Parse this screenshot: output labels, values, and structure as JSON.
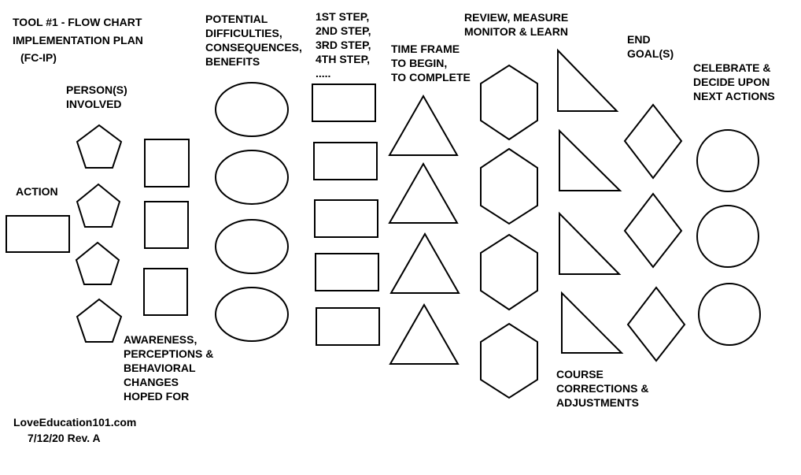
{
  "title": {
    "line1": "TOOL #1 - FLOW CHART",
    "line2": "IMPLEMENTATION PLAN",
    "line3": "(FC-IP)"
  },
  "labels": {
    "persons": "PERSON(S)\nINVOLVED",
    "action": "ACTION",
    "awareness": "AWARENESS,\nPERCEPTIONS &\nBEHAVIORAL\nCHANGES\nHOPED FOR",
    "difficulties": "POTENTIAL\nDIFFICULTIES,\nCONSEQUENCES,\nBENEFITS",
    "steps": "1ST STEP,\n2ND STEP,\n3RD STEP,\n4TH STEP,\n.....",
    "timeframe": "TIME FRAME\nTO BEGIN,\nTO COMPLETE",
    "review": "REVIEW, MEASURE\nMONITOR & LEARN",
    "endgoal": "END\nGOAL(S)",
    "celebrate": "CELEBRATE &\nDECIDE UPON\nNEXT ACTIONS",
    "course": "COURSE\nCORRECTIONS &\nADJUSTMENTS"
  },
  "footer": {
    "site": "LoveEducation101.com",
    "revision": "7/12/20 Rev. A"
  },
  "colors": {
    "stroke": "#000000",
    "background": "#ffffff"
  }
}
